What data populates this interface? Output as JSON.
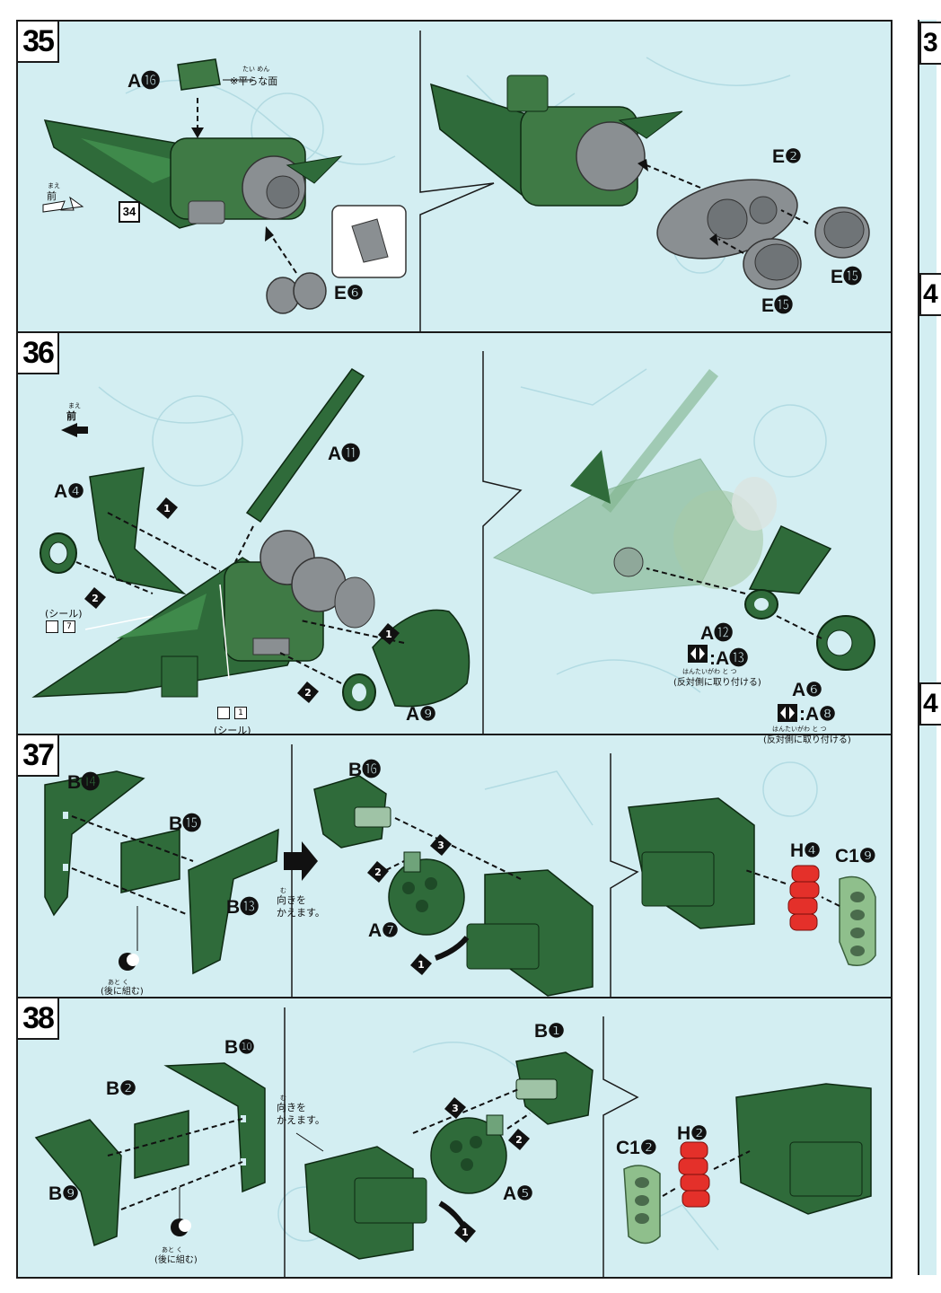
{
  "steps": [
    {
      "number": "35",
      "labels": {
        "a16": "A⓰",
        "e6": "E❻",
        "e2": "E❷",
        "e15a": "E⓯",
        "e15b": "E⓯"
      },
      "ref_step": "34",
      "note_flat": "※平らな面",
      "note_flat_ruby": "たい めん",
      "front": "前",
      "front_ruby": "まえ"
    },
    {
      "number": "36",
      "labels": {
        "a11": "A⓫",
        "a4": "A❹",
        "a9": "A❾",
        "a12": "A⓬",
        "a13": ":A⓭",
        "a6": "A❻",
        "a8": ":A❽"
      },
      "front": "前",
      "front_ruby": "まえ",
      "seal_label": "(シール)",
      "seal_num_a": "7",
      "seal_num_b": "1",
      "opposite_note": "(反対側に取り付ける)",
      "opposite_ruby": "はんたいがわ  と  つ",
      "seq": [
        "❶",
        "❷"
      ]
    },
    {
      "number": "37",
      "labels": {
        "b14": "B⓮",
        "b15": "B⓯",
        "b13": "B⓭",
        "b16": "B⓰",
        "a7": "A❼",
        "h4": "H❹",
        "c19": "C1❾"
      },
      "turn_note_1": "向きを",
      "turn_note_2": "かえます。",
      "turn_ruby": "む",
      "later_note": "(後に組む)",
      "later_ruby": "あと  く"
    },
    {
      "number": "38",
      "labels": {
        "b10": "B❿",
        "b2": "B❷",
        "b9": "B❾",
        "b1": "B❶",
        "a5": "A❺",
        "c12": "C1❷",
        "h2": "H❷"
      },
      "turn_note_1": "向きを",
      "turn_note_2": "かえます。",
      "turn_ruby": "む",
      "later_note": "(後に組む)",
      "later_ruby": "あと  く"
    }
  ],
  "side_numbers": [
    "3",
    "4",
    "4"
  ],
  "colors": {
    "background": "#d3eef2",
    "green_dark": "#2f6b3a",
    "green_mid": "#3f8a4b",
    "green_light": "#8fbf8c",
    "gray_part": "#8a8f92",
    "red_part": "#e4302a",
    "ghost": "#e5ece8"
  }
}
